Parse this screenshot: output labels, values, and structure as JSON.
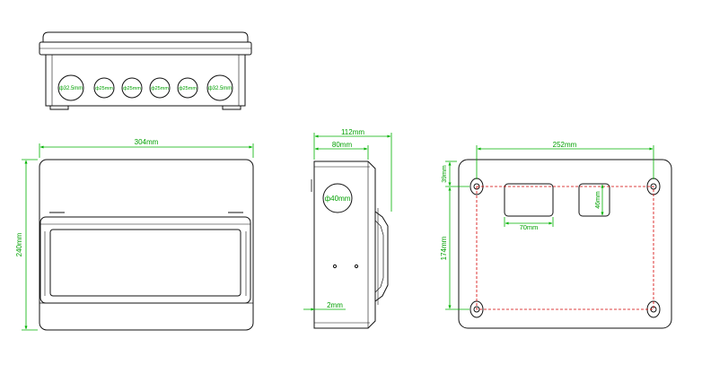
{
  "colors": {
    "outline": "#111111",
    "dimension": "#00b300",
    "dimension_text": "#00a000",
    "mount_line": "#d40000"
  },
  "top_view": {
    "holes": [
      "ф32.5mm",
      "ф25mm",
      "ф25mm",
      "ф25mm",
      "ф25mm",
      "ф32.5mm"
    ]
  },
  "front_view": {
    "width_label": "304mm",
    "height_label": "240mm"
  },
  "side_view": {
    "depth_label": "112mm",
    "body_depth_label": "80mm",
    "hole_label": "ф40mm",
    "offset_label": "2mm"
  },
  "back_view": {
    "mount_width_label": "252mm",
    "top_offset_label": "39mm",
    "mount_height_label": "174mm",
    "slot_width_label": "70mm",
    "slot_height_label": "46mm"
  }
}
